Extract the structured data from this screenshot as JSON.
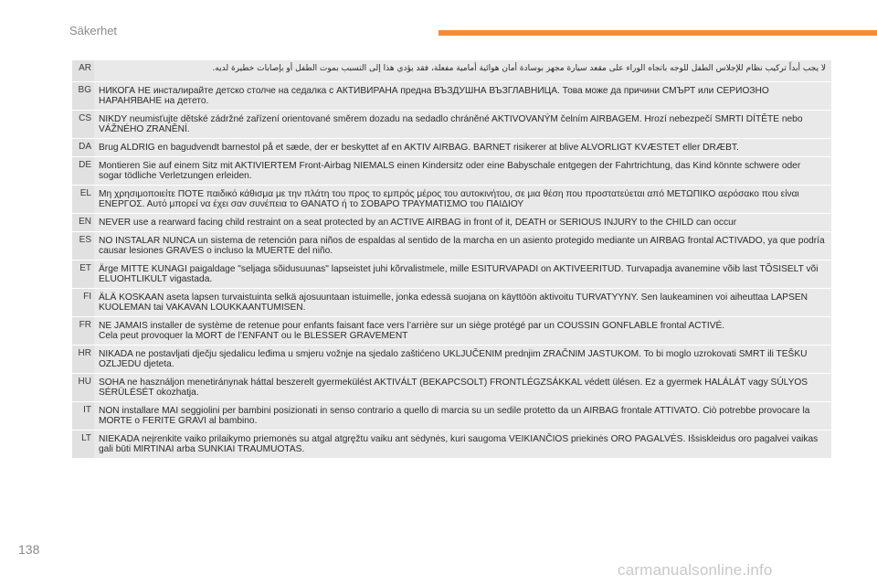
{
  "header": {
    "section_title": "Säkerhet",
    "accent_color": "#f28c38"
  },
  "warnings": [
    {
      "code": "AR",
      "text": "لا يجب أبداً تركيب نظام للإجلاس الطفل للوجه باتجاه الوراء على مقعد سيارة مجهز بوسادة أمان هوائية أمامية مفعلة، فقد يؤدي هذا إلى التسبب بموت الطفل أو بإصابات خطيرة لديه."
    },
    {
      "code": "BG",
      "text": "НИКОГА НЕ инсталирайте детско столче на седалка с АКТИВИРАНА предна ВЪЗДУШНА ВЪЗГЛАВНИЦА. Това може да причини СМЪРТ или СЕРИОЗНО НАРАНЯВАНЕ на детето."
    },
    {
      "code": "CS",
      "text": "NIKDY neumisťujte dětské zádržné zařízení orientované směrem dozadu na sedadlo chráněné AKTIVOVANÝM čelním AIRBAGEM. Hrozí nebezpečí SMRTI DÍTĚTE nebo VÁŽNÉHO ZRANĚNÍ."
    },
    {
      "code": "DA",
      "text": "Brug ALDRIG  en bagudvendt barnestol på et sæde, der er beskyttet af en AKTIV AIRBAG. BARNET risikerer at blive ALVORLIGT KVÆSTET eller DRÆBT."
    },
    {
      "code": "DE",
      "text": "Montieren Sie auf einem Sitz mit AKTIVIERTEM Front-Airbag NIEMALS einen Kindersitz oder eine Babyschale entgegen der Fahrtrichtung, das Kind könnte schwere oder sogar tödliche Verletzungen erleiden."
    },
    {
      "code": "EL",
      "text": "Μη χρησιμοποιείτε ΠΟΤΕ παιδικό κάθισμα με την πλάτη του προς το εμπρός μέρος του αυτοκινήτου, σε μια θέση που προστατεύεται από ΜΕΤΩΠΙΚΟ αερόσακο που είναι ΕΝΕΡΓΟΣ. Αυτό μπορεί να έχει σαν συνέπεια το ΘΑΝΑΤΟ ή το ΣΟΒΑΡΟ ΤΡΑΥΜΑΤΙΣΜΟ του ΠΑΙΔΙΟΥ"
    },
    {
      "code": "EN",
      "text": "NEVER use a rearward facing child restraint on a seat protected by an ACTIVE AIRBAG in front of it, DEATH or SERIOUS INJURY to the CHILD can occur"
    },
    {
      "code": "ES",
      "text": "NO INSTALAR NUNCA un sistema de retención para niños de espaldas al sentido de la marcha en un asiento protegido mediante un AIRBAG frontal ACTIVADO, ya que podría causar lesiones GRAVES o incluso la MUERTE del niño."
    },
    {
      "code": "ET",
      "text": "Ärge MITTE KUNAGI paigaldage \"seljaga sõidusuunas\" lapseistet juhi kõrvalistmele, mille ESITURVAPADI on AKTIVEERITUD. Turvapadja avanemine võib last TÕSISELT või ELUOHTLIKULT vigastada."
    },
    {
      "code": "FI",
      "text": "ÄLÄ KOSKAAN aseta lapsen turvaistuinta selkä ajosuuntaan istuimelle, jonka edessä suojana on käyttöön aktivoitu TURVATYYNY. Sen laukeaminen voi aiheuttaa LAPSEN KUOLEMAN tai VAKAVAN LOUKKAANTUMISEN."
    },
    {
      "code": "FR",
      "text": "NE JAMAIS installer de système de retenue pour enfants faisant face vers l’arrière sur un siège protégé par un COUSSIN GONFLABLE frontal ACTIVÉ.\nCela peut provoquer la MORT de l’ENFANT ou le BLESSER GRAVEMENT"
    },
    {
      "code": "HR",
      "text": "NIKADA ne postavljati dječju sjedalicu leđima u smjeru vožnje na sjedalo zaštićeno UKLJUČENIM prednjim ZRAČNIM JASTUKOM. To bi moglo uzrokovati SMRT ili TEŠKU OZLJEDU djeteta."
    },
    {
      "code": "HU",
      "text": "SOHA ne használjon menetiránynak háttal beszerelt gyermekülést AKTIVÁLT (BEKAPCSOLT) FRONTLÉGZSÁKKAL védett ülésen. Ez a gyermek HALÁLÁT vagy SÚLYOS SÉRÜLÉSÉT okozhatja."
    },
    {
      "code": "IT",
      "text": "NON installare MAI seggiolini per bambini posizionati in senso contrario a quello di marcia su un sedile protetto da un AIRBAG frontale ATTIVATO. Ciò potrebbe provocare la MORTE o FERITE GRAVI al bambino."
    },
    {
      "code": "LT",
      "text": "NIEKADA neįrenkite vaiko prilaikymo priemonės su atgal atgręžtu vaiku ant sėdynės, kuri saugoma VEIKIANČIOS priekinės ORO PAGALVĖS. Išsiskleidus oro pagalvei vaikas gali būti MIRTINAI arba SUNKIAI TRAUMUOTAS."
    }
  ],
  "footer": {
    "page_number": "138",
    "watermark": "carmanualsonline.info"
  }
}
